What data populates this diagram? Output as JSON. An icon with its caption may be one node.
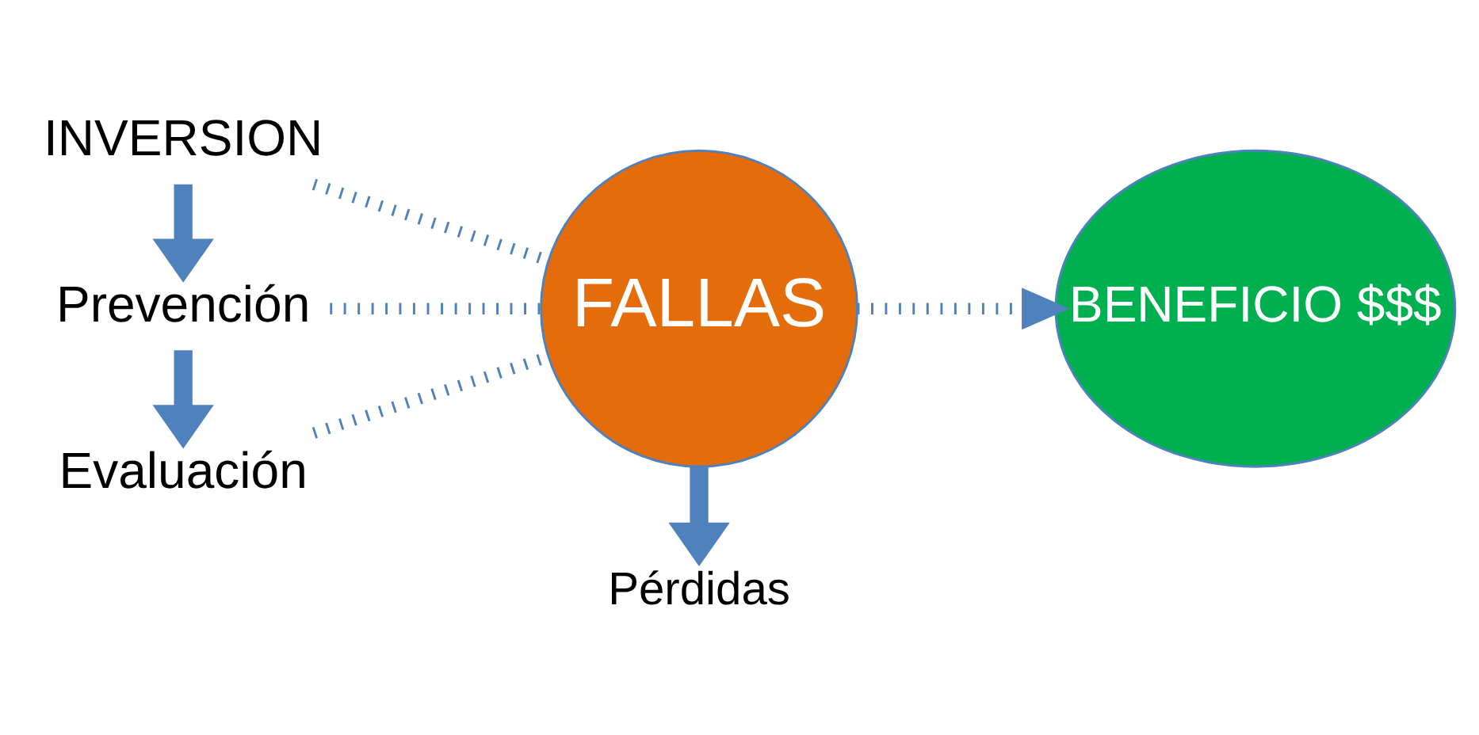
{
  "diagram": {
    "nodes": [
      {
        "text": [
          "INVERSION"
        ]
      },
      {
        "text": [
          "Prevención"
        ]
      },
      {
        "text": [
          "Evaluación"
        ]
      },
      {
        "text": [
          "FALLAS"
        ]
      },
      {
        "text": [
          "Pérdidas"
        ]
      },
      {
        "text": [
          "BENEFICIO $$$"
        ]
      }
    ],
    "edges": [
      {
        "from": 0,
        "to": 3,
        "arrow": "none",
        "style": "dashed"
      },
      {
        "from": 1,
        "to": 3,
        "arrow": "none",
        "style": "dashed"
      },
      {
        "from": 2,
        "to": 3,
        "arrow": "none",
        "style": "dashed"
      },
      {
        "from": 0,
        "to": 1,
        "arrow": "to"
      },
      {
        "from": 1,
        "to": 2,
        "arrow": "to"
      },
      {
        "from": 3,
        "to": 4,
        "arrow": "to"
      },
      {
        "from": 3,
        "to": 5,
        "arrow": "to",
        "style": "dashed"
      }
    ]
  }
}
